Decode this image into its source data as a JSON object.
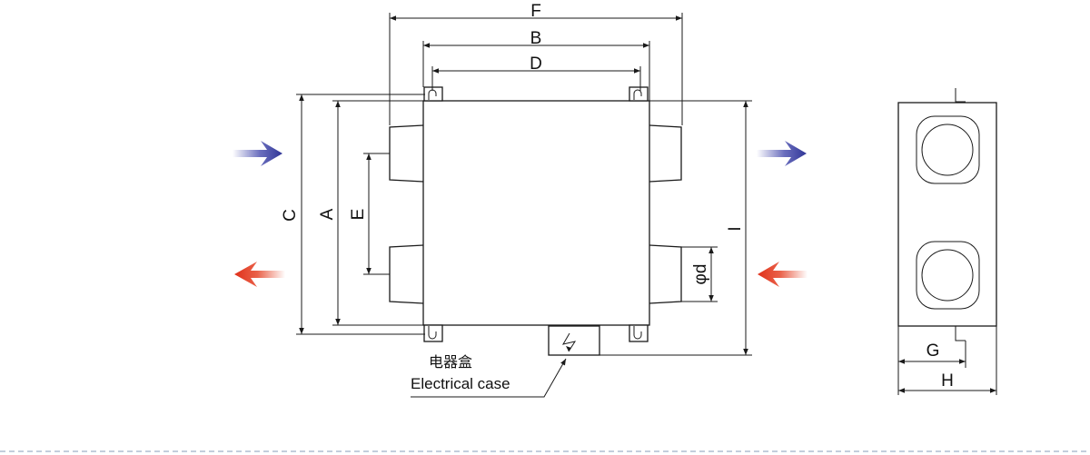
{
  "labels": {
    "F": "F",
    "B": "B",
    "D": "D",
    "C": "C",
    "A": "A",
    "E": "E",
    "I": "I",
    "phi_d": "φd",
    "G": "G",
    "H": "H"
  },
  "electrical_case": {
    "cn": "电器盒",
    "en": "Electrical case"
  },
  "colors": {
    "supply_air": "#3a3fa8",
    "exhaust_air": "#e43a1c",
    "line": "#1a1a1a",
    "divider": "#9fb1c7"
  }
}
